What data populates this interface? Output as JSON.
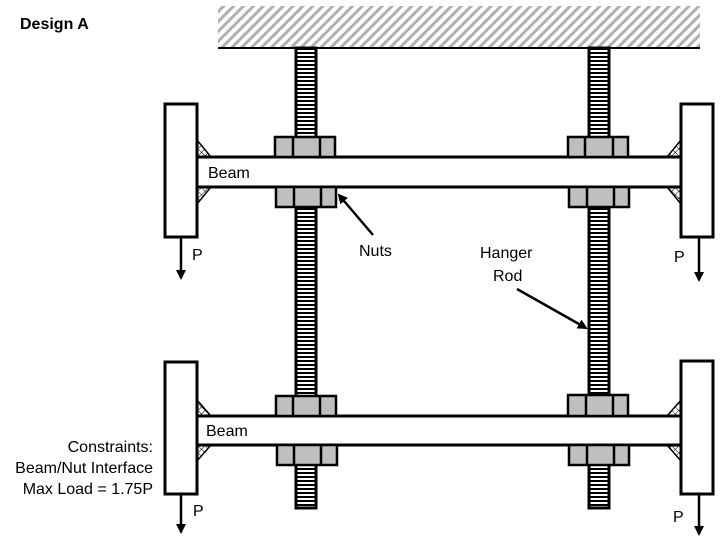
{
  "title": "Design A",
  "labels": {
    "beam_upper": "Beam",
    "beam_lower": "Beam",
    "nuts": "Nuts",
    "hanger_line1": "Hanger",
    "hanger_line2": "Rod",
    "load": "P"
  },
  "constraints": {
    "line1": "Constraints:",
    "line2": "Beam/Nut Interface",
    "line3": "Max Load = 1.75P"
  },
  "colors": {
    "nut_fill": "#bfbfbf",
    "hatch": "#b0b0b0",
    "stroke": "#000000"
  }
}
